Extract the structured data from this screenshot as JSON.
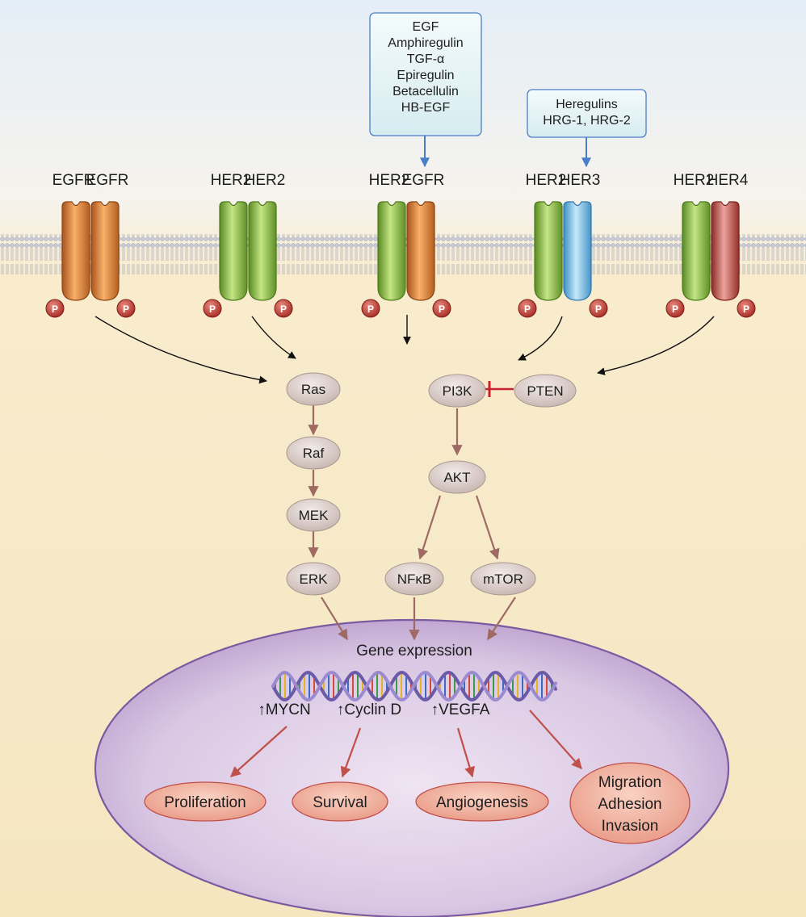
{
  "ligand_boxes": [
    {
      "lines": [
        "EGF",
        "Amphiregulin",
        "TGF-α",
        "Epiregulin",
        "Betacellulin",
        "HB-EGF"
      ]
    },
    {
      "lines": [
        "Heregulins",
        "HRG-1, HRG-2"
      ]
    }
  ],
  "receptor_dimers": [
    {
      "left": "EGFR",
      "right": "EGFR"
    },
    {
      "left": "HER2",
      "right": "HER2"
    },
    {
      "left": "HER2",
      "right": "EGFR"
    },
    {
      "left": "HER2",
      "right": "HER3"
    },
    {
      "left": "HER2",
      "right": "HER4"
    }
  ],
  "phospho_label": "P",
  "nodes": {
    "ras": "Ras",
    "raf": "Raf",
    "mek": "MEK",
    "erk": "ERK",
    "pi3k": "PI3K",
    "pten": "PTEN",
    "akt": "AKT",
    "nfkb": "NFκB",
    "mtor": "mTOR"
  },
  "nucleus": {
    "title": "Gene expression",
    "genes": [
      "↑MYCN",
      "↑Cyclin D",
      "↑VEGFA"
    ]
  },
  "outcomes": {
    "proliferation": "Proliferation",
    "survival": "Survival",
    "angiogenesis": "Angiogenesis",
    "migration": [
      "Migration",
      "Adhesion",
      "Invasion"
    ]
  },
  "colors": {
    "egfr": "#e8893a",
    "her2": "#8cc04a",
    "her3": "#7fc6ee",
    "her4": "#c0504a",
    "node_fill": "#d9cbc7",
    "outcome_fill": "#eba08e",
    "nucleus_fill": "#d7c3e2",
    "nucleus_stroke": "#7a5aa0",
    "pathway_arrow": "#9e6a63",
    "outcome_arrow": "#c0504a",
    "inhibit": "#c8202e",
    "ligand_arrow": "#4a7ec8"
  }
}
